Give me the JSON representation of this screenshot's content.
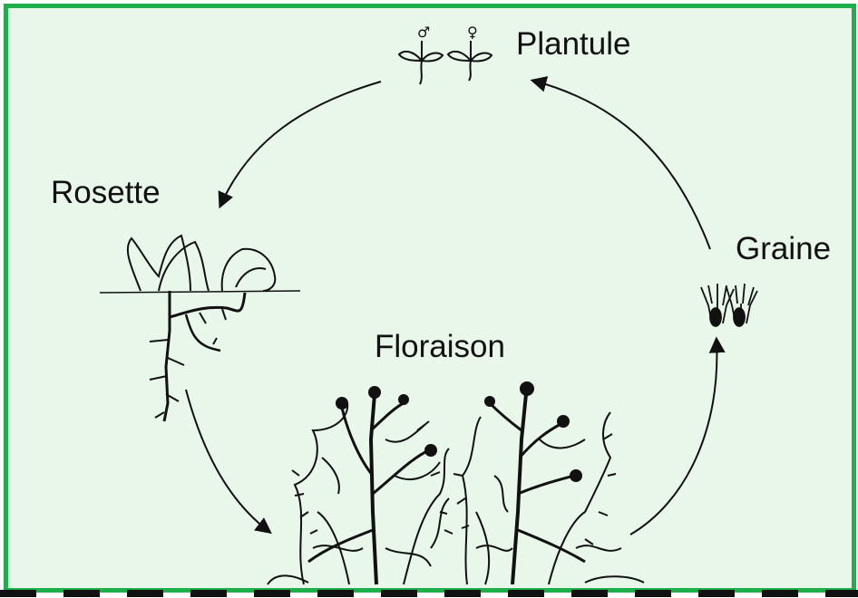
{
  "stages": {
    "plantule": "Plantule",
    "rosette": "Rosette",
    "graine": "Graine",
    "floraison": "Floraison"
  },
  "symbols": {
    "male": "♂",
    "female": "♀"
  },
  "colors": {
    "border": "#1db04a",
    "background": "#e9f6ea",
    "ink": "#111111"
  }
}
